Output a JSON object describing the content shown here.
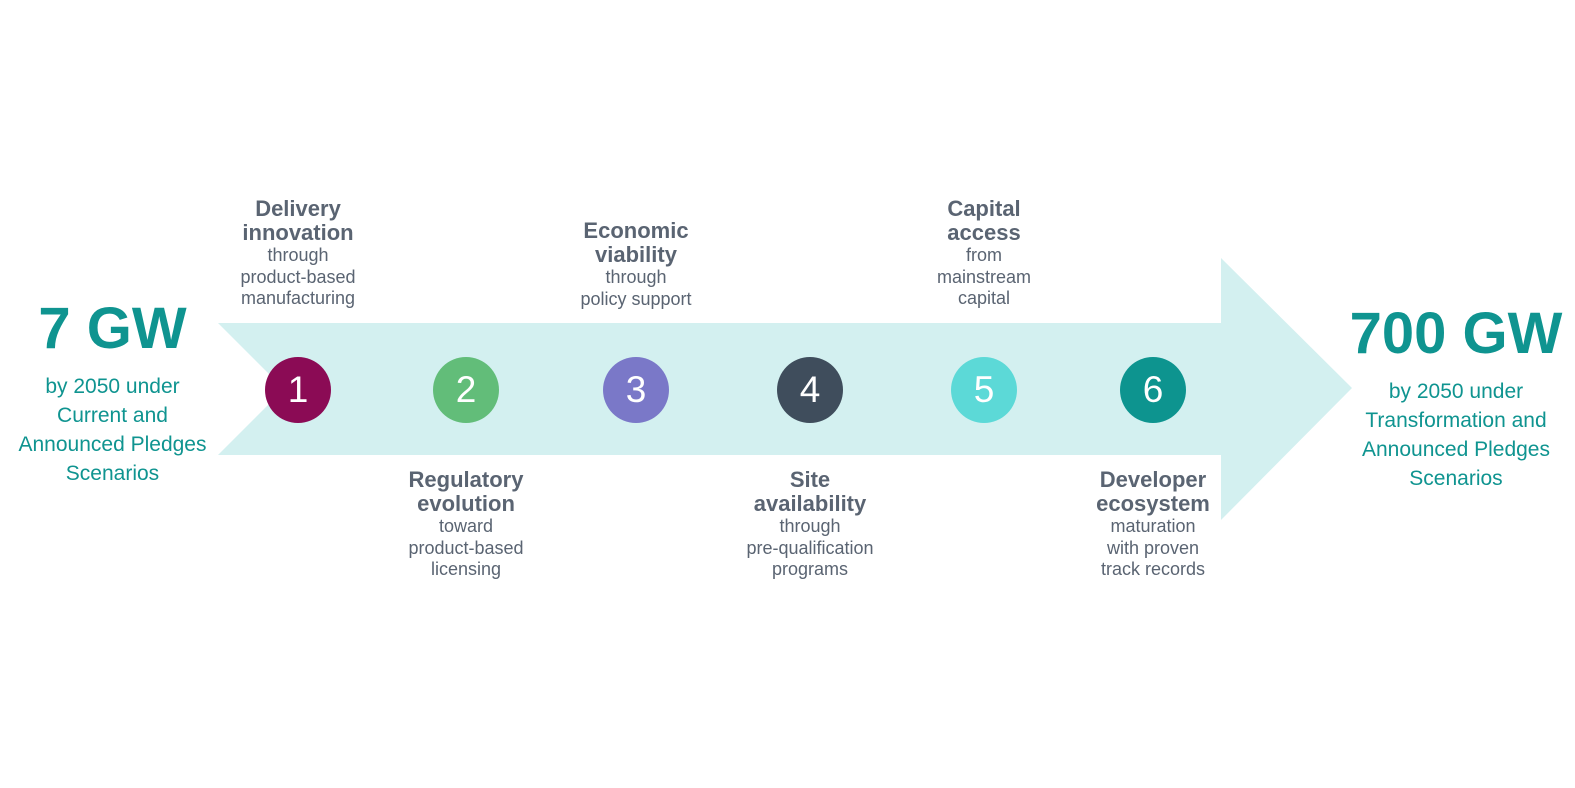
{
  "start": {
    "value": "7 GW",
    "description_lines": [
      "by 2050 under",
      "Current and",
      "Announced Pledges",
      "Scenarios"
    ]
  },
  "end": {
    "value": "700 GW",
    "description_lines": [
      "by 2050 under",
      "Transformation and",
      "Announced Pledges",
      "Scenarios"
    ]
  },
  "colors": {
    "arrow": "#d3f0f0",
    "teal_text": "#0f9490",
    "label_text": "#5a6472"
  },
  "steps": [
    {
      "number": "1",
      "color": "#8b0b55",
      "placement": "above",
      "title_lines": [
        "Delivery",
        "innovation"
      ],
      "desc_lines": [
        "through",
        "product-based",
        "manufacturing"
      ]
    },
    {
      "number": "2",
      "color": "#62bd79",
      "placement": "below",
      "title_lines": [
        "Regulatory",
        "evolution"
      ],
      "desc_lines": [
        "toward",
        "product-based",
        "licensing"
      ]
    },
    {
      "number": "3",
      "color": "#7a78c8",
      "placement": "above",
      "title_lines": [
        "Economic",
        "viability"
      ],
      "desc_lines": [
        "through",
        "policy support"
      ]
    },
    {
      "number": "4",
      "color": "#3f4d5c",
      "placement": "below",
      "title_lines": [
        "Site",
        "availability"
      ],
      "desc_lines": [
        "through",
        "pre-qualification",
        "programs"
      ]
    },
    {
      "number": "5",
      "color": "#5cd9d7",
      "placement": "above",
      "title_lines": [
        "Capital",
        "access"
      ],
      "desc_lines": [
        "from",
        "mainstream",
        "capital"
      ]
    },
    {
      "number": "6",
      "color": "#0d948f",
      "placement": "below",
      "title_lines": [
        "Developer",
        "ecosystem"
      ],
      "desc_lines": [
        "maturation",
        "with proven",
        "track records"
      ]
    }
  ]
}
